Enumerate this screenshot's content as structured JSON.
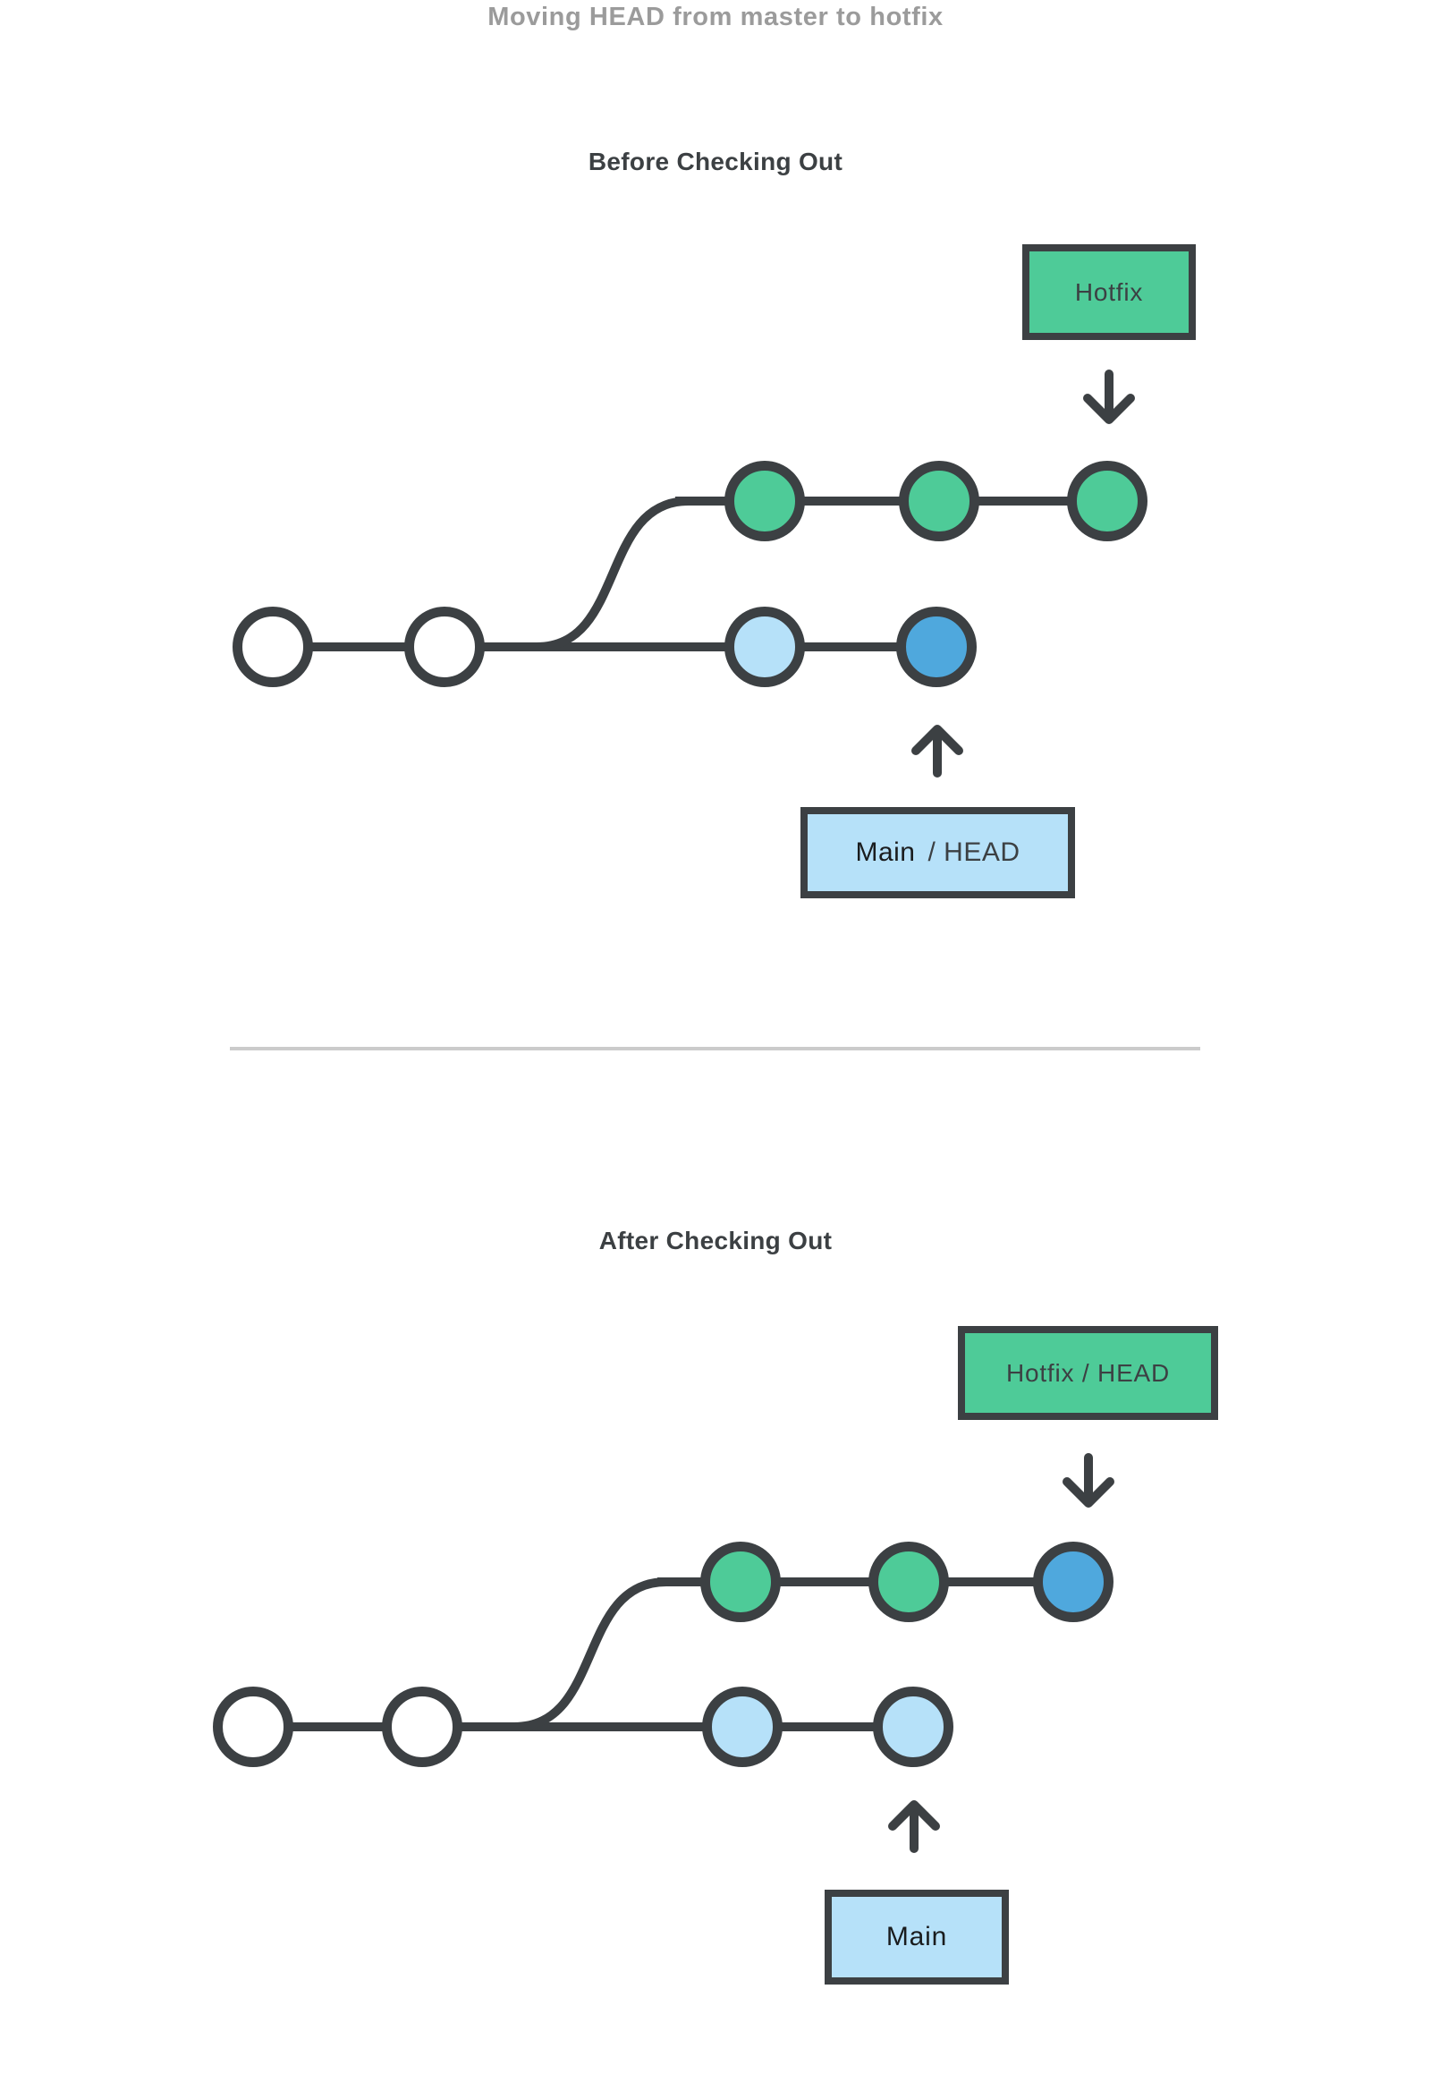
{
  "page": {
    "title": "Moving HEAD from master to hotfix",
    "colors": {
      "title_text": "#9B9B9B",
      "heading_text": "#3C4043",
      "stroke_dark": "#3C4043",
      "green": "#4ECB98",
      "light_blue": "#B6E1F9",
      "dark_blue": "#4FA8DD",
      "white": "#FFFFFF",
      "divider": "#CBCBCB"
    }
  },
  "before": {
    "heading": "Before Checking Out",
    "hotfix_label": "Hotfix",
    "main_label": "Main",
    "head_suffix": "/ HEAD",
    "graph": {
      "top_nodes": [
        "#4ECB98",
        "#4ECB98",
        "#4ECB98"
      ],
      "bottom_nodes": [
        "#FFFFFF",
        "#FFFFFF",
        "#B6E1F9",
        "#4FA8DD"
      ]
    }
  },
  "after": {
    "heading": "After Checking Out",
    "hotfix_label": "Hotfix / HEAD",
    "main_label": "Main",
    "graph": {
      "top_nodes": [
        "#4ECB98",
        "#4ECB98",
        "#4FA8DD"
      ],
      "bottom_nodes": [
        "#FFFFFF",
        "#FFFFFF",
        "#B6E1F9",
        "#B6E1F9"
      ]
    }
  }
}
